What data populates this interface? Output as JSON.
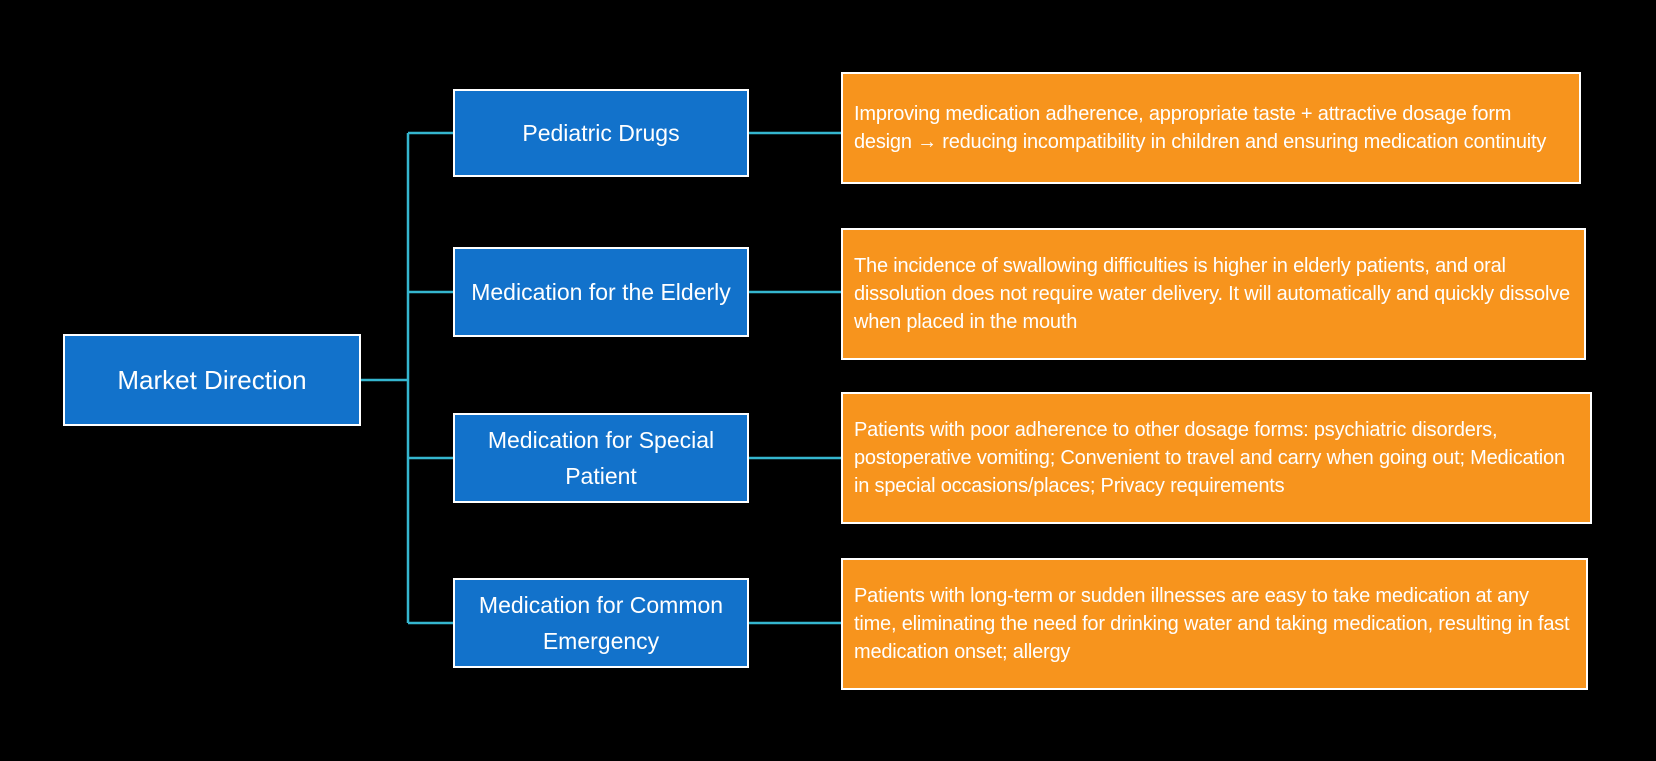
{
  "colors": {
    "canvas-bg": "#000000",
    "node-fill": "#1272CB",
    "detail-fill": "#F7941D",
    "border": "#FFFFFF",
    "connector": "#35B6CF",
    "text": "#FFFFFF"
  },
  "diagram": {
    "root": {
      "label": "Market Direction"
    },
    "branches": [
      {
        "label": "Pediatric Drugs",
        "detail": "Improving medication adherence, appropriate taste + attractive dosage form design → reducing incompatibility in children and ensuring medication continuity"
      },
      {
        "label": "Medication for the Elderly",
        "detail": "The incidence of swallowing difficulties is higher in elderly patients, and oral dissolution does not require water delivery. It will automatically and quickly dissolve when placed in the mouth"
      },
      {
        "label": "Medication for Special Patient",
        "detail": "Patients with poor adherence to other dosage forms: psychiatric disorders, postoperative vomiting; Convenient to travel and carry when going out; Medication in special occasions/places; Privacy requirements"
      },
      {
        "label": "Medication for Common Emergency",
        "detail": "Patients with long-term or sudden illnesses are easy to take medication at any time, eliminating the need for drinking water and taking medication, resulting in fast medication onset; allergy"
      }
    ]
  }
}
